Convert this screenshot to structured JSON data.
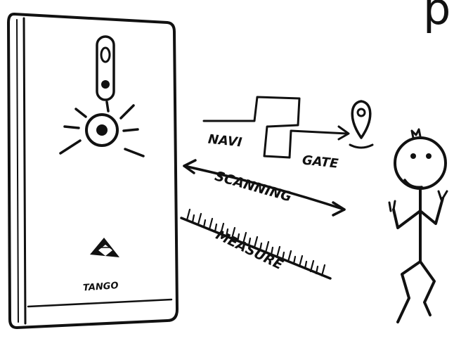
{
  "corner_text": "p",
  "labels": {
    "navi": "NAVI",
    "gate": "GATE",
    "scanning": "SCANNING",
    "measure": "MEASURE",
    "brand": "TANGO"
  },
  "icons": {
    "device": "tablet-device",
    "camera": "camera-flash-icon",
    "sensor": "sensor-pill-icon",
    "logo": "tango-logo-icon",
    "pin": "map-pin-icon",
    "person": "stick-figure"
  },
  "colors": {
    "ink": "#111111",
    "paper": "#ffffff"
  }
}
